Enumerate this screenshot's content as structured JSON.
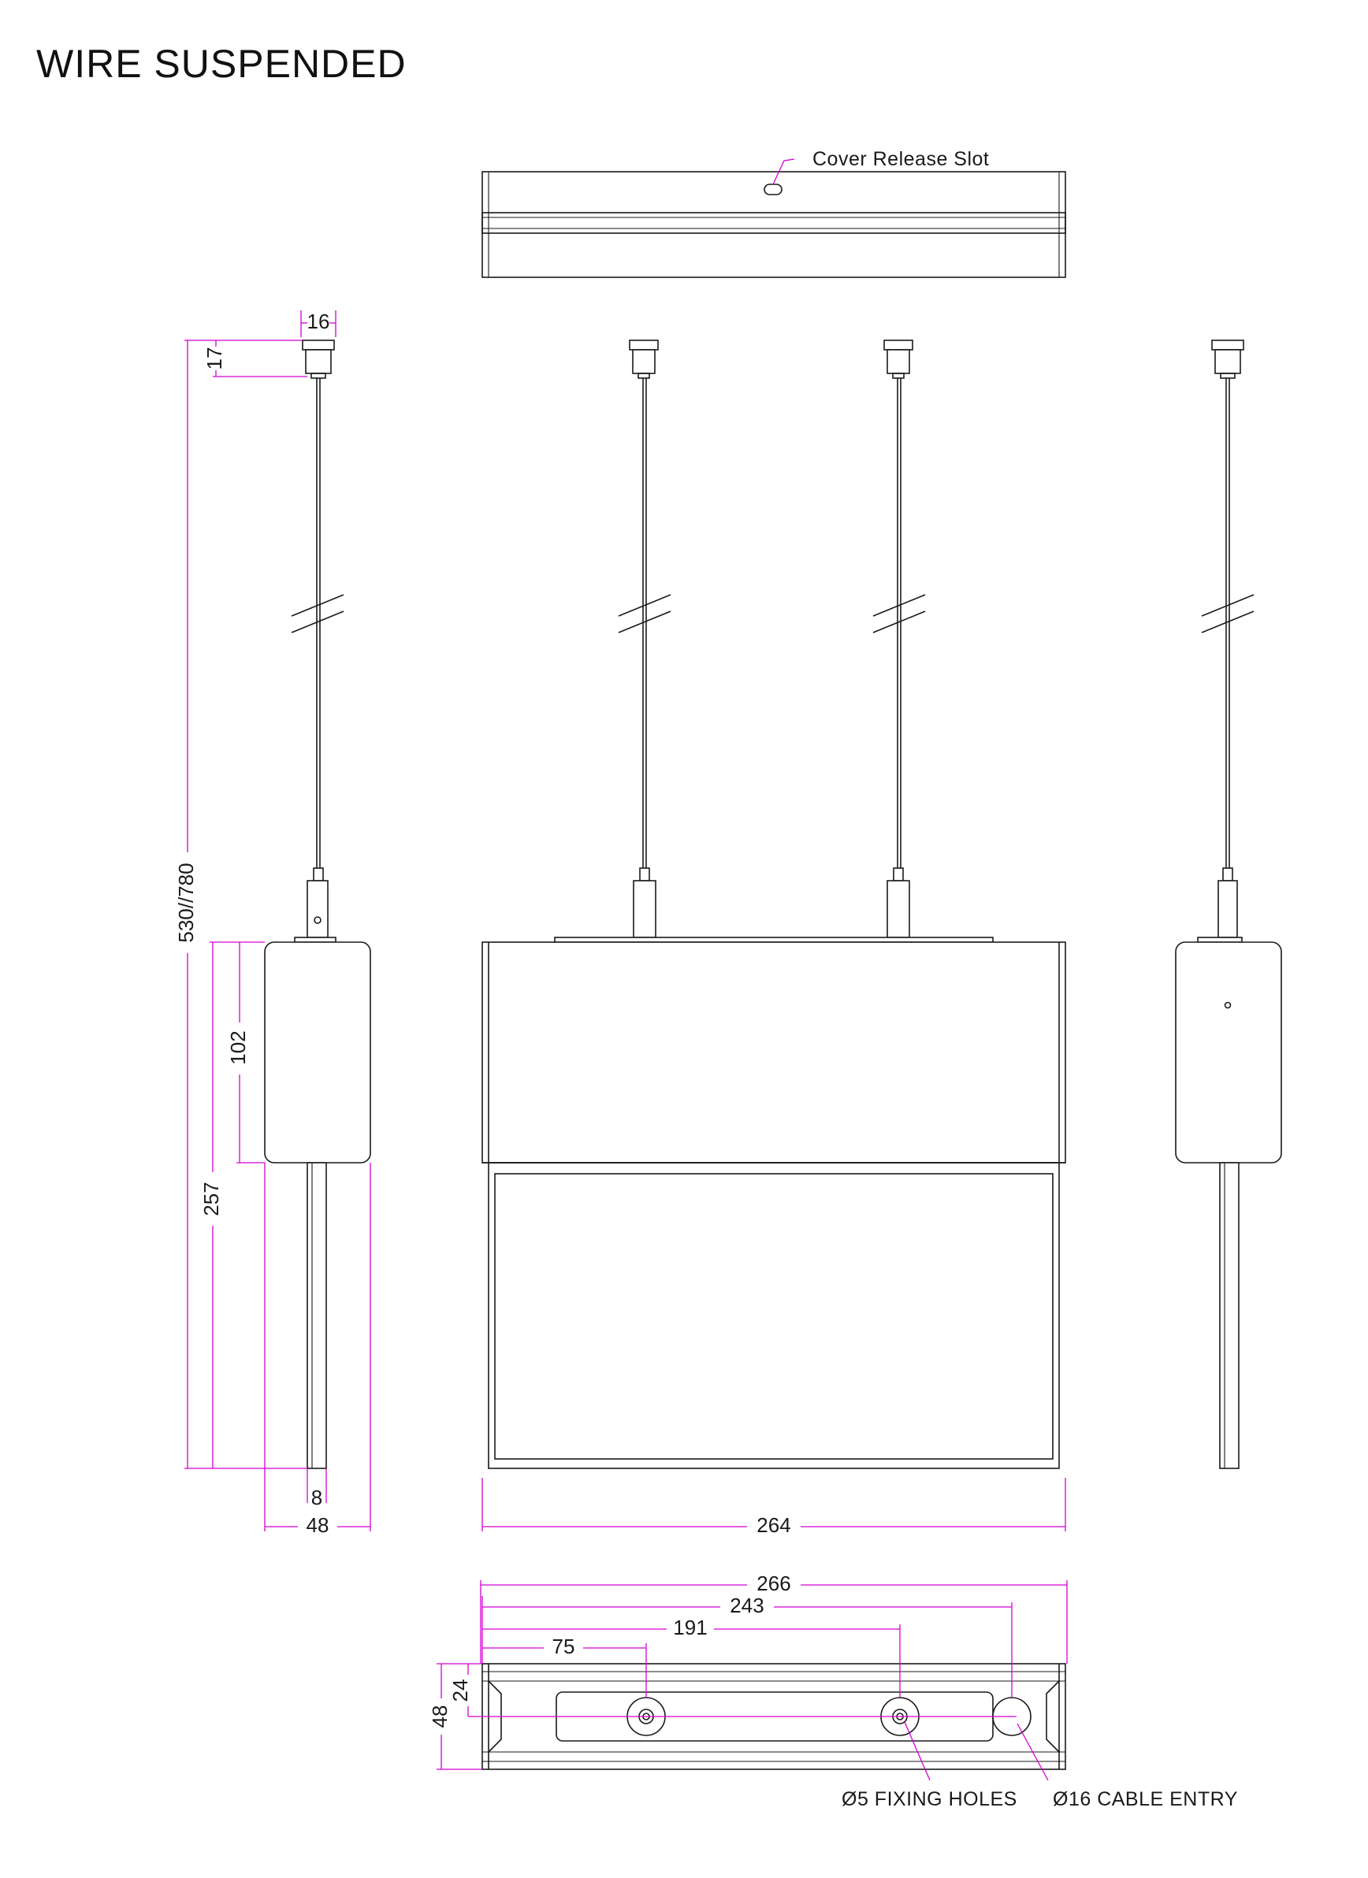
{
  "title": "WIRE SUSPENDED",
  "callouts": {
    "cover_release_slot": "Cover Release Slot",
    "fixing_holes": "Ø5 FIXING HOLES",
    "cable_entry": "Ø16 CABLE ENTRY"
  },
  "dimensions": {
    "side_canopy_width": "16",
    "side_canopy_height": "17",
    "suspension_length": "530//780",
    "housing_height": "102",
    "total_height": "257",
    "blade_thickness": "8",
    "housing_depth": "48",
    "front_width": "264",
    "base_total_width": "266",
    "cable_entry_offset": "243",
    "fixing_hole_2_offset": "191",
    "fixing_hole_1_offset": "75",
    "base_half_depth": "24",
    "base_depth": "48"
  },
  "colors": {
    "outline": "#1a1a1a",
    "dimension_line": "#d400d4"
  }
}
